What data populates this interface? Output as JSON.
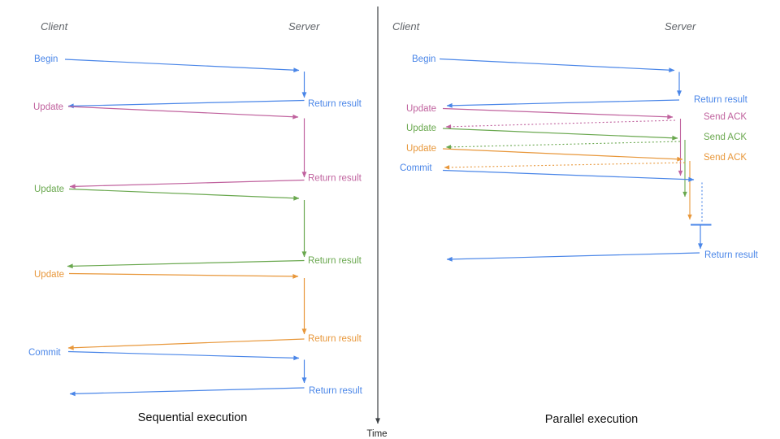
{
  "colors": {
    "blue": "#4a86e8",
    "pink": "#c0629e",
    "green": "#6aa84f",
    "orange": "#e8973a",
    "axis": "#3c4043",
    "header_gray": "#5f6368",
    "title_black": "#111111"
  },
  "time_axis": {
    "label": "Time"
  },
  "sequential": {
    "title": "Sequential execution",
    "client_header": "Client",
    "server_header": "Server",
    "messages": [
      {
        "label": "Begin",
        "response": "Return result",
        "color": "blue"
      },
      {
        "label": "Update",
        "response": "Return result",
        "color": "pink"
      },
      {
        "label": "Update",
        "response": "Return result",
        "color": "green"
      },
      {
        "label": "Update",
        "response": "Return result",
        "color": "orange"
      },
      {
        "label": "Commit",
        "response": "Return result",
        "color": "blue"
      }
    ]
  },
  "parallel": {
    "title": "Parallel execution",
    "client_header": "Client",
    "server_header": "Server",
    "messages": [
      {
        "label": "Begin",
        "response": "Return result",
        "color": "blue"
      },
      {
        "label": "Update",
        "response": "Send ACK",
        "color": "pink"
      },
      {
        "label": "Update",
        "response": "Send ACK",
        "color": "green"
      },
      {
        "label": "Update",
        "response": "Send ACK",
        "color": "orange"
      },
      {
        "label": "Commit",
        "response": "Return result",
        "color": "blue"
      }
    ]
  }
}
